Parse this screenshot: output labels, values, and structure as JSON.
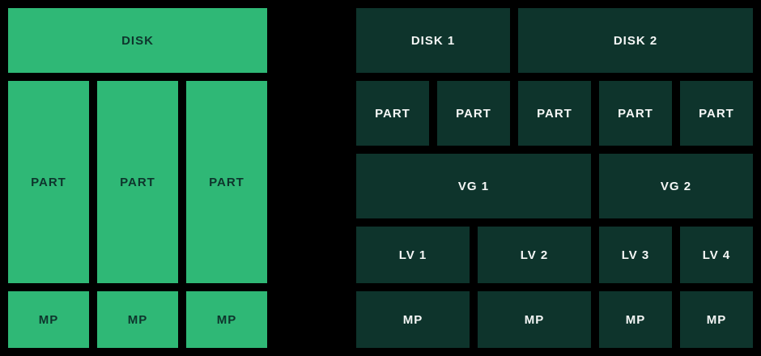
{
  "colors": {
    "background": "#000000",
    "left_box": "#2fb876",
    "left_text": "#0e342c",
    "right_box": "#0e342c",
    "right_text": "#f5f7f6"
  },
  "left_panel": {
    "disk": "DISK",
    "partitions": [
      "PART",
      "PART",
      "PART"
    ],
    "mount_points": [
      "MP",
      "MP",
      "MP"
    ]
  },
  "right_panel": {
    "disks": [
      "DISK 1",
      "DISK 2"
    ],
    "partitions": [
      "PART",
      "PART",
      "PART",
      "PART",
      "PART"
    ],
    "volume_groups": [
      "VG 1",
      "VG 2"
    ],
    "logical_volumes": [
      "LV 1",
      "LV 2",
      "LV 3",
      "LV 4"
    ],
    "mount_points": [
      "MP",
      "MP",
      "MP",
      "MP"
    ]
  }
}
